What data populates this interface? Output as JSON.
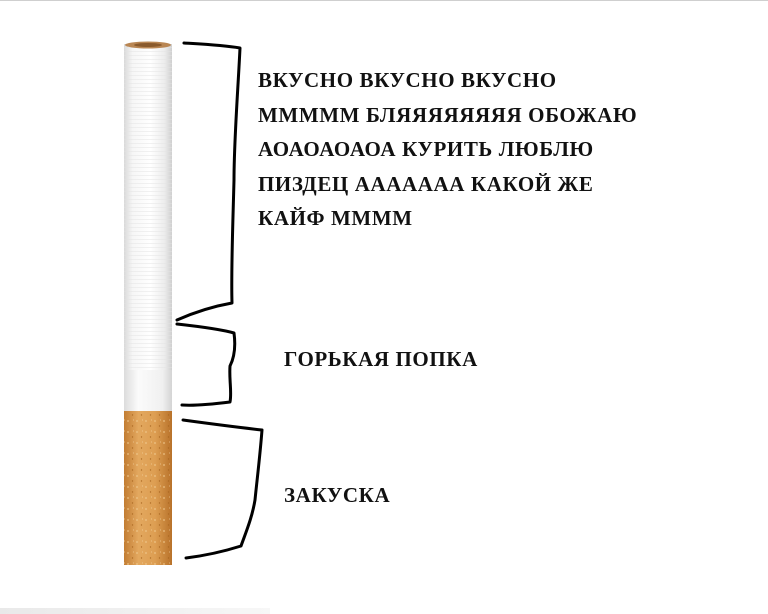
{
  "captions": {
    "tobacco_section": "ВКУСНО ВКУСНО ВКУСНО\nМММММ БЛЯЯЯЯЯЯЯЯ ОБОЖАЮ\nАОАОАОАОА КУРИТЬ ЛЮБЛЮ\nПИЗДЕЦ ААААААА КАКОЙ ЖЕ\nКАЙФ ММММ",
    "transition_section": "ГОРЬКАЯ ПОПКА",
    "filter_section": "ЗАКУСКА"
  },
  "colors": {
    "background": "#ffffff",
    "paper": "#f1f1f1",
    "filter": "#d99a4e",
    "bracket": "#000000",
    "text": "#111111"
  }
}
